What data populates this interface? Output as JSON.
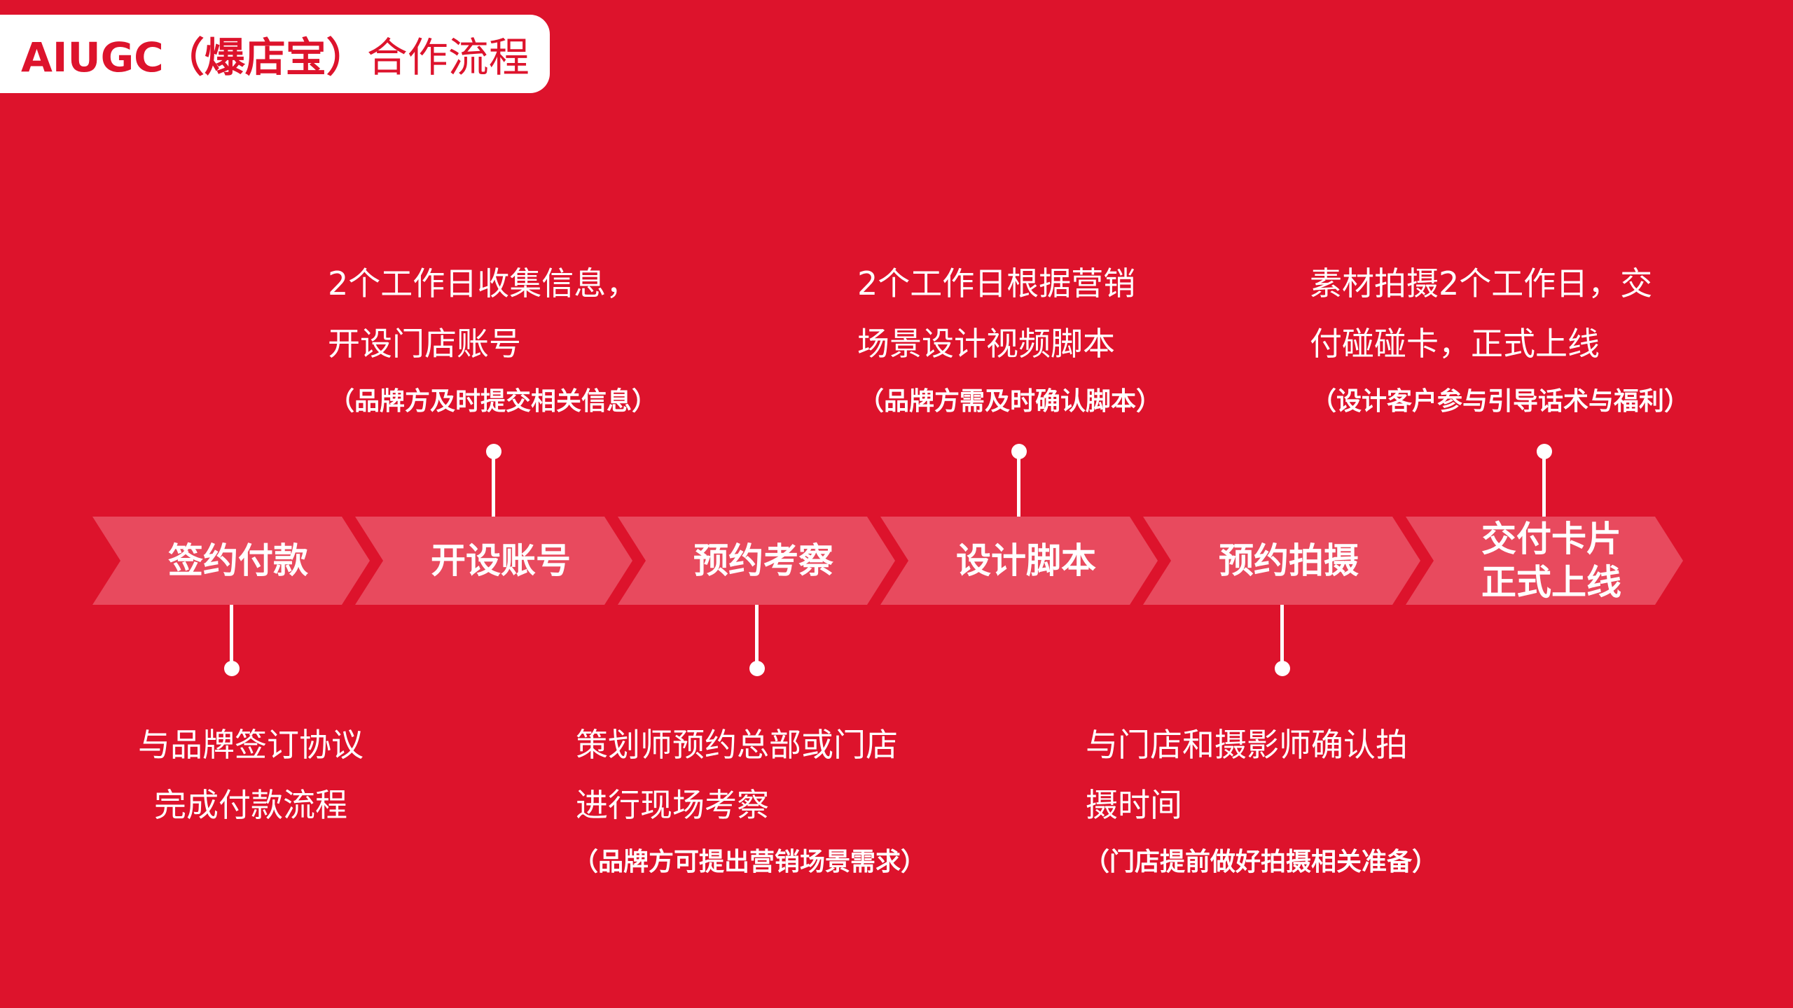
{
  "title": {
    "strong": "AIUGC（爆店宝）",
    "rest": "合作流程"
  },
  "colors": {
    "background": "#dd132c",
    "chevron": "#e84a5e",
    "text": "#ffffff"
  },
  "steps": [
    {
      "label": "签约付款"
    },
    {
      "label": "开设账号"
    },
    {
      "label": "预约考察"
    },
    {
      "label": "设计脚本"
    },
    {
      "label": "预约拍摄"
    },
    {
      "label_line1": "交付卡片",
      "label_line2": "正式上线"
    }
  ],
  "descriptions_top": [
    {
      "line1": "2个工作日收集信息，",
      "line2": "开设门店账号",
      "note": "（品牌方及时提交相关信息）"
    },
    {
      "line1": "2个工作日根据营销",
      "line2": "场景设计视频脚本",
      "note": "（品牌方需及时确认脚本）"
    },
    {
      "line1": "素材拍摄2个工作日，交",
      "line2": "付碰碰卡，正式上线",
      "note": "（设计客户参与引导话术与福利）"
    }
  ],
  "descriptions_bottom": [
    {
      "line1": "与品牌签订协议",
      "line2": "完成付款流程"
    },
    {
      "line1": "策划师预约总部或门店",
      "line2": "进行现场考察",
      "note": "（品牌方可提出营销场景需求）"
    },
    {
      "line1": "与门店和摄影师确认拍",
      "line2": "摄时间",
      "note": "（门店提前做好拍摄相关准备）"
    }
  ]
}
